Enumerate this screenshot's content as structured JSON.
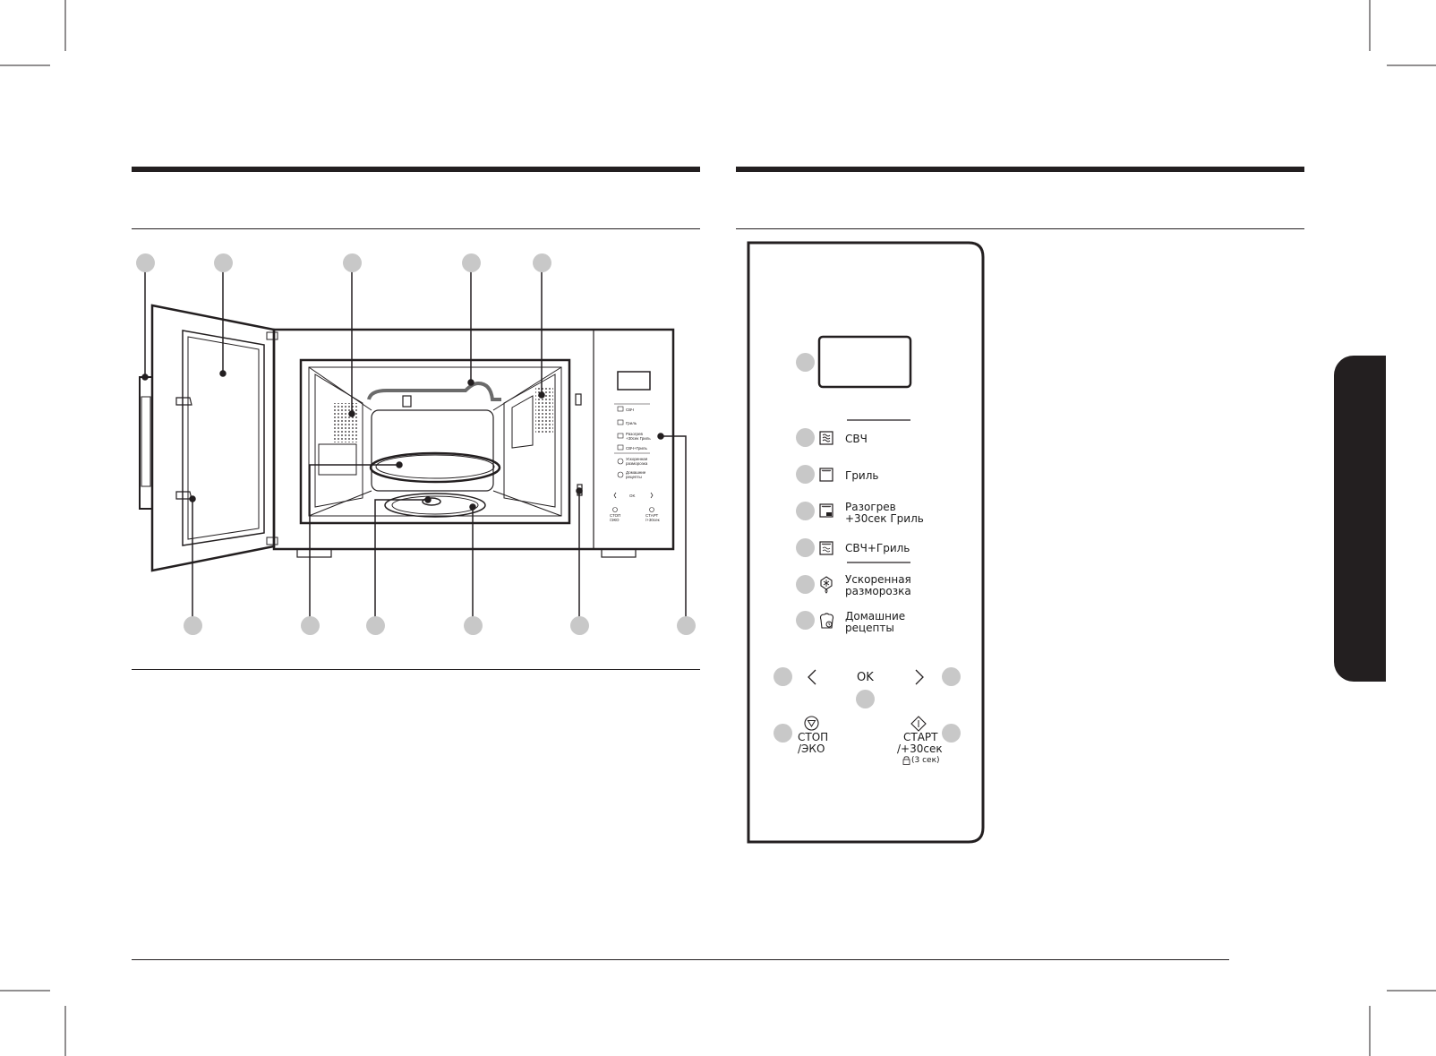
{
  "control_panel": {
    "buttons": {
      "microwave": "СВЧ",
      "grill": "Гриль",
      "reheat_line1": "Разогрев",
      "reheat_line2": "+30сек Гриль",
      "combi": "СВЧ+Гриль",
      "defrost_line1": "Ускоренная",
      "defrost_line2": "разморозка",
      "recipes_line1": "Домашние",
      "recipes_line2": "рецепты",
      "ok": "OK",
      "stop_line1": "СТОП",
      "stop_line2": "/ЭКО",
      "start_line1": "СТАРТ",
      "start_line2": "/+30сек",
      "lock": "(3 сек)"
    },
    "icons": {
      "left_arrow": "chevron-left-icon",
      "right_arrow": "chevron-right-icon",
      "stop": "stop-triangle-icon",
      "start": "start-diamond-icon",
      "lock": "lock-icon"
    }
  },
  "oven_panel_mini": {
    "labels": [
      "СВЧ",
      "Гриль",
      "Разогрев",
      "+30сек Гриль",
      "СВЧ+Гриль",
      "Ускоренная",
      "разморозка",
      "Домашние",
      "рецепты"
    ],
    "ok": "OK",
    "stop_line1": "СТОП",
    "stop_line2": "/ЭКО",
    "start_line1": "СТАРТ",
    "start_line2": "/+30сек"
  },
  "colors": {
    "rule": "#231f20",
    "marker": "#c8c8c8",
    "tab": "#231f20"
  }
}
